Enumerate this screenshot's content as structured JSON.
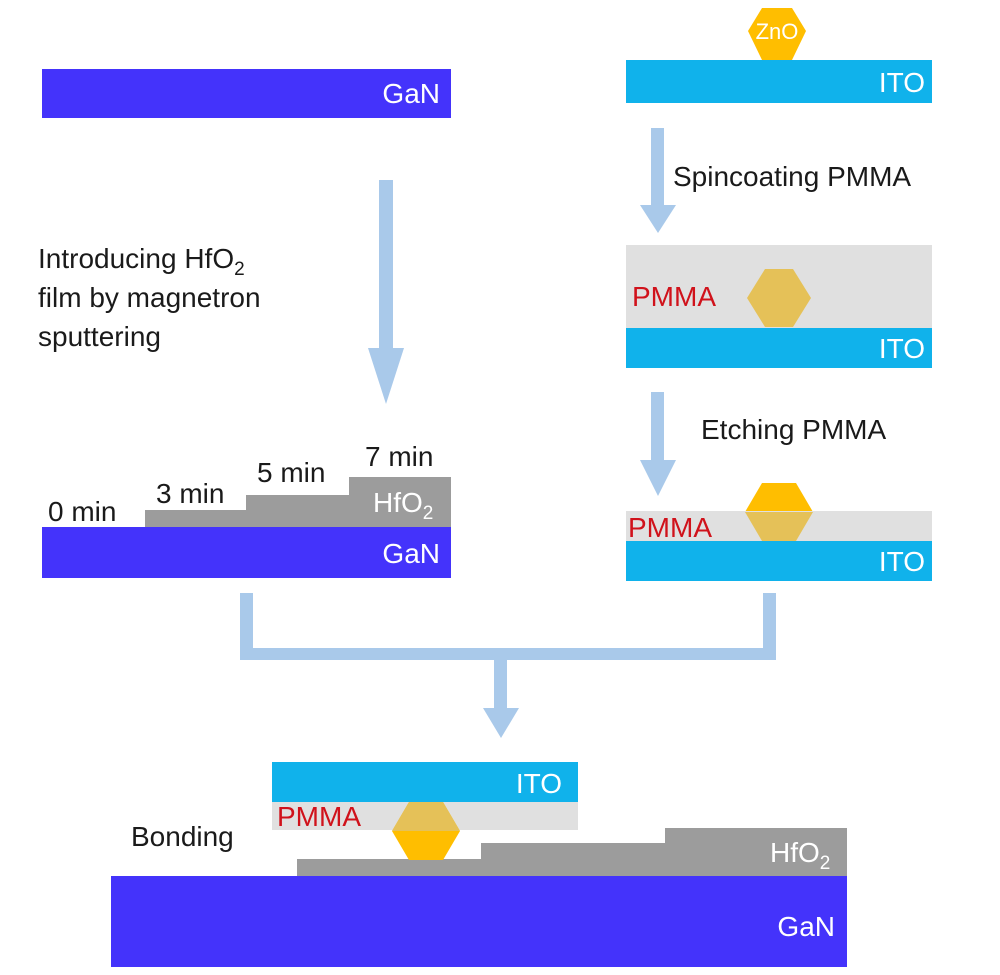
{
  "colors": {
    "gan": "#4433fb",
    "ito": "#10b2eb",
    "hfo2": "#9c9c9c",
    "pmma": "#e0e0e0",
    "zno": "#ffbe00",
    "zno_in_pmma": "#e5c158",
    "arrow": "#a9c9ea",
    "pmma_text": "#d0121b"
  },
  "left_start": {
    "gan_label": "GaN"
  },
  "left_step": {
    "line1": "Introducing HfO",
    "line1_sub": "2",
    "line2": "film by magnetron",
    "line3": "sputtering"
  },
  "left_result": {
    "times": [
      "0 min",
      "3 min",
      "5 min",
      "7 min"
    ],
    "hfo2_label": "HfO",
    "hfo2_sub": "2",
    "gan_label": "GaN"
  },
  "right_start": {
    "zno_label": "ZnO",
    "ito_label": "ITO"
  },
  "right_step1": {
    "label": "Spincoating PMMA"
  },
  "right_mid": {
    "pmma_label": "PMMA",
    "ito_label": "ITO"
  },
  "right_step2": {
    "label": "Etching PMMA"
  },
  "right_result": {
    "pmma_label": "PMMA",
    "ito_label": "ITO"
  },
  "bottom": {
    "step_label": "Bonding",
    "ito_label": "ITO",
    "pmma_label": "PMMA",
    "hfo2_label": "HfO",
    "hfo2_sub": "2",
    "gan_label": "GaN"
  }
}
